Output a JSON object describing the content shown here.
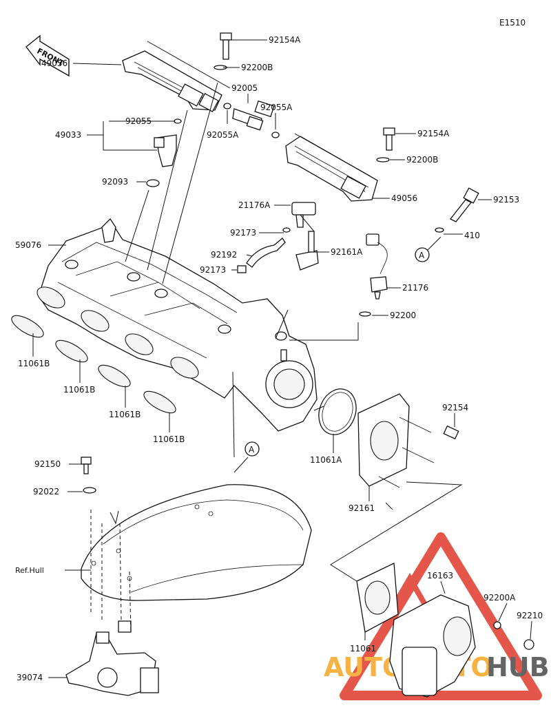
{
  "diagram_code": "E1510",
  "front_label": "FRONT",
  "watermark": {
    "text_a": "AUTOMOTO",
    "text_b": "HUB",
    "color_a": "#f5a623",
    "color_b": "#4a4a4a",
    "triangle_color": "#e0392b"
  },
  "callout_letter": "A",
  "labels": {
    "l92154A_top": "92154A",
    "l49056_left": "49056",
    "l92200B_top": "92200B",
    "l92005": "92005",
    "l92055A_r": "92055A",
    "l92055A_l": "92055A",
    "l92055": "92055",
    "l49033": "49033",
    "l92154A_mid": "92154A",
    "l92200B_mid": "92200B",
    "l92093": "92093",
    "l49056_right": "49056",
    "l92153": "92153",
    "l21176A": "21176A",
    "l92173_a": "92173",
    "l410": "410",
    "l59076": "59076",
    "l92192": "92192",
    "l92161A": "92161A",
    "l92173_b": "92173",
    "l21176": "21176",
    "l92200": "92200",
    "l11061B_1": "11061B",
    "l11061B_2": "11061B",
    "l11061B_3": "11061B",
    "l11061B_4": "11061B",
    "l92154": "92154",
    "l11061A": "11061A",
    "l92150": "92150",
    "l92022": "92022",
    "l92161": "92161",
    "l16163": "16163",
    "l92200A": "92200A",
    "l92210": "92210",
    "lRefHull": "Ref.Hull",
    "l11061": "11061",
    "l39074": "39074"
  }
}
